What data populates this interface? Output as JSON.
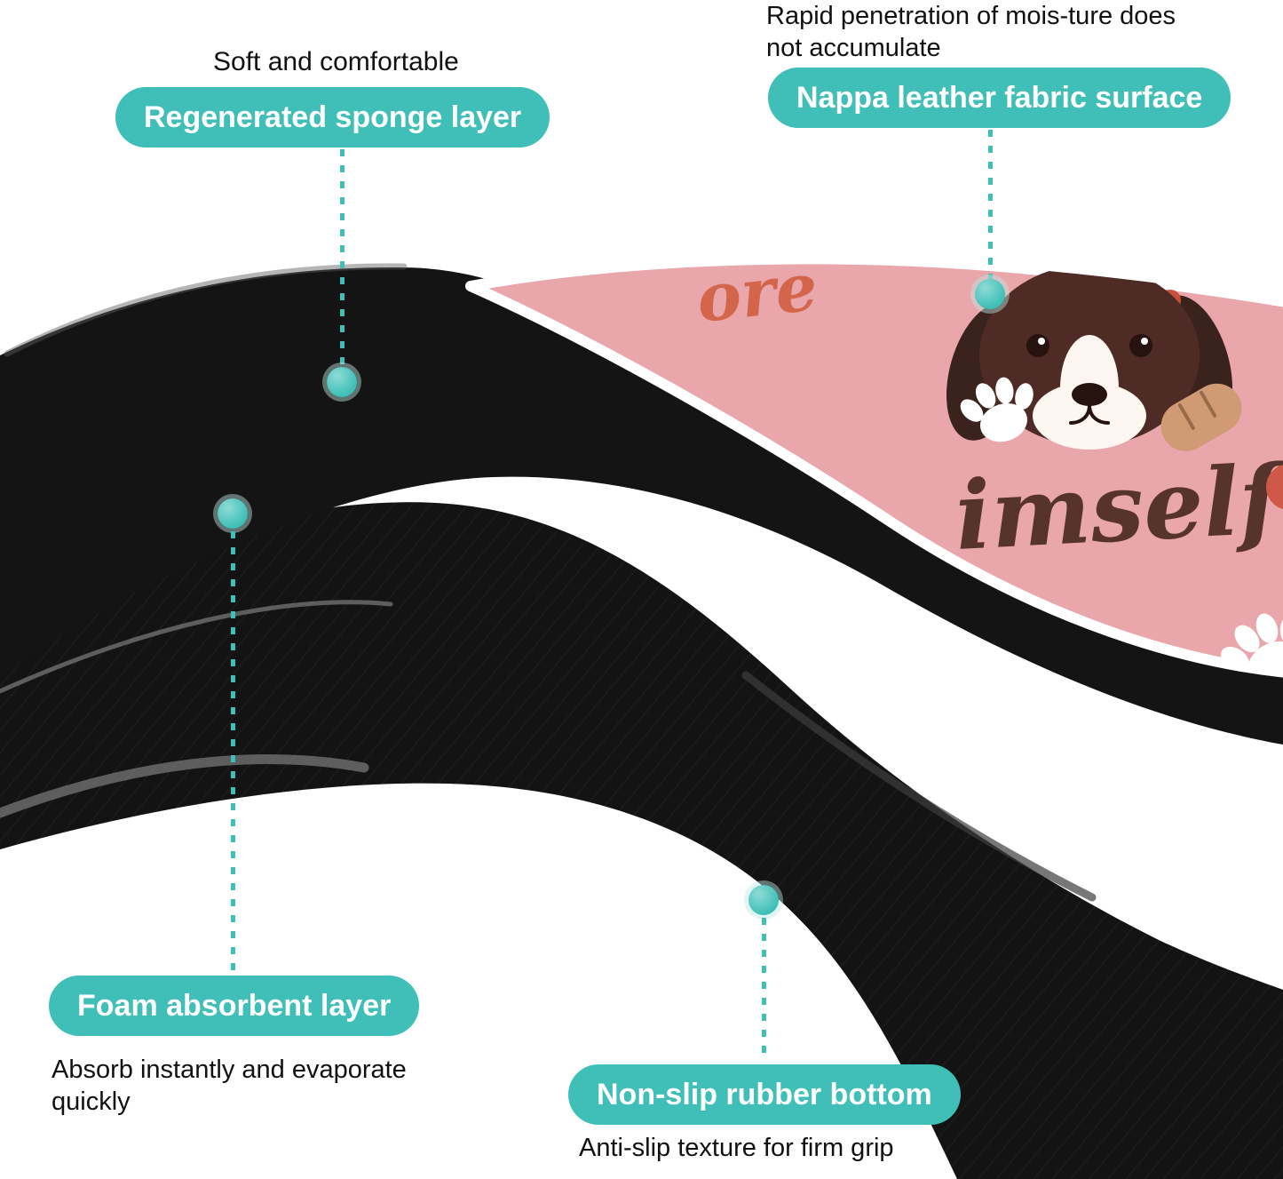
{
  "colors": {
    "accent_teal": "#3fbfb7",
    "mat_pink": "#e9a6ab",
    "mat_black": "#141414",
    "edge_white": "#ffffff",
    "print_brown": "#56332c",
    "print_orange": "#d2654a",
    "note_text": "#111111"
  },
  "callouts": {
    "sponge": {
      "note": "Soft and comfortable",
      "label": "Regenerated sponge layer"
    },
    "fabric": {
      "note_lines": [
        "Rapid penetration of mois-ture does",
        "not accumulate"
      ],
      "label": "Nappa leather fabric surface"
    },
    "foam": {
      "label": "Foam absorbent layer",
      "note_lines": [
        "Absorb instantly and evaporate",
        "quickly"
      ]
    },
    "rubber": {
      "label": "Non-slip rubber bottom",
      "note": "Anti-slip texture for firm grip"
    }
  },
  "mat_print": {
    "word_top": "ore",
    "word_bottom": "imself"
  }
}
